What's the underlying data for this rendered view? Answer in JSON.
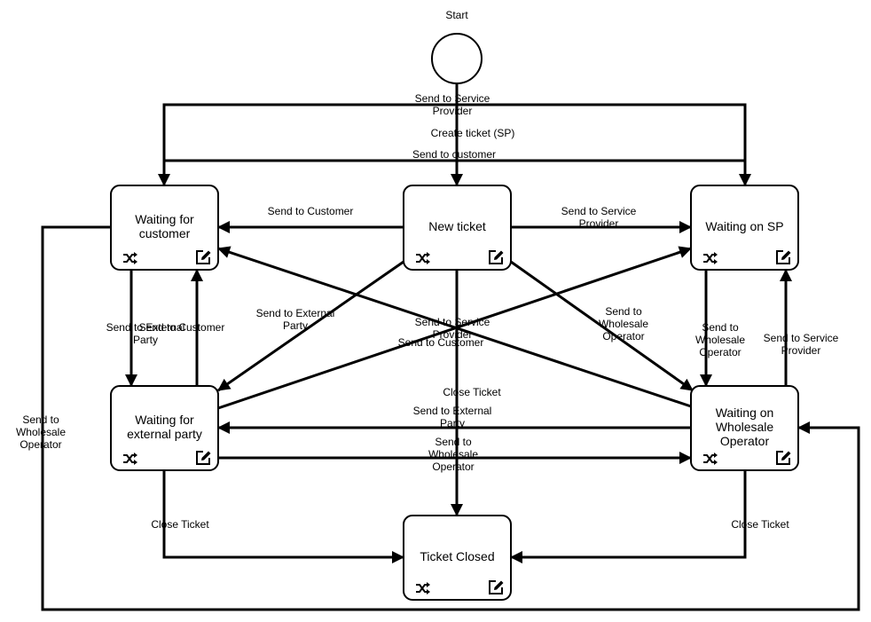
{
  "start_label": "Start",
  "nodes": [
    {
      "id": "new",
      "label": [
        "New ticket"
      ],
      "icons": [
        "shuffle-icon",
        "edit-icon"
      ]
    },
    {
      "id": "wc",
      "label": [
        "Waiting for",
        "customer"
      ],
      "icons": [
        "shuffle-icon",
        "edit-icon"
      ]
    },
    {
      "id": "sp",
      "label": [
        "Waiting on SP"
      ],
      "icons": [
        "shuffle-icon",
        "edit-icon"
      ]
    },
    {
      "id": "ep",
      "label": [
        "Waiting for",
        "external party"
      ],
      "icons": [
        "shuffle-icon",
        "edit-icon"
      ]
    },
    {
      "id": "wo",
      "label": [
        "Waiting on",
        "Wholesale",
        "Operator"
      ],
      "icons": [
        "shuffle-icon",
        "edit-icon"
      ]
    },
    {
      "id": "closed",
      "label": [
        "Ticket Closed"
      ],
      "icons": [
        "shuffle-icon",
        "edit-icon"
      ]
    }
  ],
  "edges": [
    {
      "id": "start-new",
      "label": [
        "Create ticket (SP)"
      ]
    },
    {
      "id": "top-wc",
      "label": [
        "Send to Service",
        "Provider"
      ]
    },
    {
      "id": "top-sp",
      "label": [
        "Send to customer"
      ]
    },
    {
      "id": "new-wc",
      "label": [
        "Send to Customer"
      ]
    },
    {
      "id": "new-sp",
      "label": [
        "Send to Service",
        "Provider"
      ]
    },
    {
      "id": "new-ep",
      "label": [
        "Send to External",
        "Party"
      ]
    },
    {
      "id": "new-wo",
      "label": [
        "Send to",
        "Wholesale",
        "Operator"
      ]
    },
    {
      "id": "new-closed",
      "label": [
        "Close Ticket"
      ]
    },
    {
      "id": "wc-ep",
      "label": [
        "Send to External",
        "Party"
      ]
    },
    {
      "id": "ep-wc",
      "label": [
        "Send to Customer"
      ]
    },
    {
      "id": "ep-sp",
      "label": [
        "Send to Service",
        "Provider"
      ]
    },
    {
      "id": "wo-wc",
      "label": [
        "Send to Customer"
      ]
    },
    {
      "id": "wo-ep",
      "label": [
        "Send to External",
        "Party"
      ]
    },
    {
      "id": "ep-wo",
      "label": [
        "Send to",
        "Wholesale",
        "Operator"
      ]
    },
    {
      "id": "sp-wo",
      "label": [
        "Send to",
        "Wholesale",
        "Operator"
      ]
    },
    {
      "id": "wo-sp",
      "label": [
        "Send to Service",
        "Provider"
      ]
    },
    {
      "id": "ep-closed",
      "label": [
        "Close Ticket"
      ]
    },
    {
      "id": "wo-closed",
      "label": [
        "Close Ticket"
      ]
    },
    {
      "id": "wc-wo",
      "label": [
        "Send to",
        "Wholesale",
        "Operator"
      ]
    }
  ]
}
